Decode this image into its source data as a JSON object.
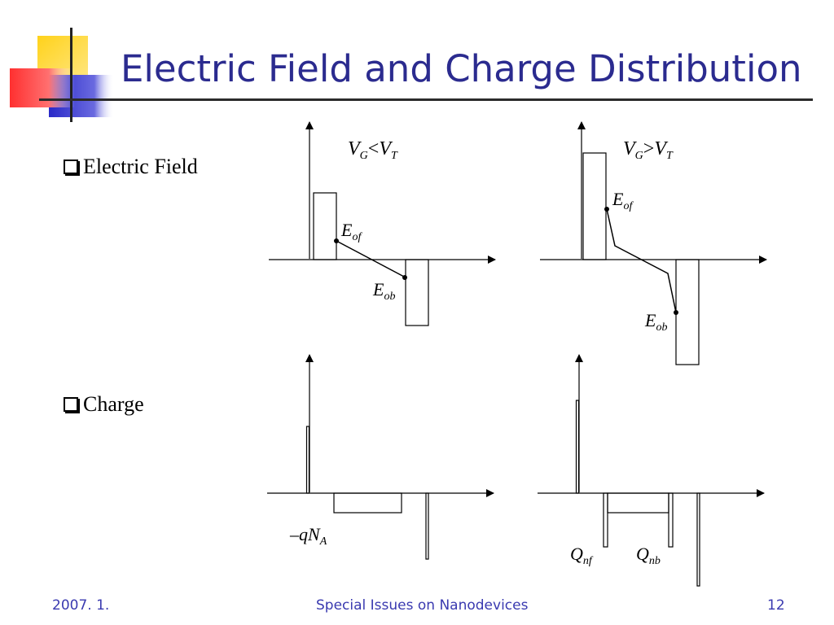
{
  "slide": {
    "title": "Electric Field and Charge Distribution",
    "bullets": {
      "electric_field": "Electric Field",
      "charge": "Charge"
    }
  },
  "diagram": {
    "conditions": {
      "below": {
        "V": "V",
        "G": "G",
        "op": "<",
        "V2": "V",
        "T": "T"
      },
      "above": {
        "V": "V",
        "G": "G",
        "op": ">",
        "V2": "V",
        "T": "T"
      }
    },
    "labels": {
      "eof_main": "E",
      "eof_sub": "of",
      "eob_main": "E",
      "eob_sub": "ob",
      "qna_main": "–qN",
      "qna_sub": "A",
      "qnf_main": "Q",
      "qnf_sub": "nf",
      "qnb_main": "Q",
      "qnb_sub": "nb"
    }
  },
  "footer": {
    "date": "2007. 1.",
    "course": "Special Issues on Nanodevices",
    "page": "12"
  },
  "colors": {
    "title": "#2b2b8f",
    "footer": "#3a3ab0",
    "logo_yellow": "#ffd21a",
    "logo_red": "#ff4040",
    "logo_blue": "#2a2ac8"
  }
}
